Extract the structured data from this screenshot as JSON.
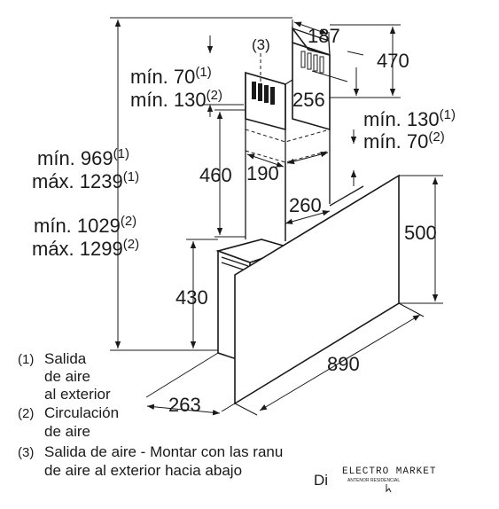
{
  "dimensions": {
    "d187": "187",
    "d470": "470",
    "d256": "256",
    "d460": "460",
    "d190": "190",
    "d260": "260",
    "d500": "500",
    "d430": "430",
    "d890": "890",
    "d263": "263"
  },
  "labels": {
    "min70_a": "mín. 70",
    "min70_a_ref": "(1)",
    "min130_a": "mín. 130",
    "min130_a_ref": "(2)",
    "min130_b": "mín. 130",
    "min130_b_ref": "(1)",
    "min70_b": "mín. 70",
    "min70_b_ref": "(2)",
    "min969": "mín. 969",
    "min969_ref": "(1)",
    "max1239": "máx. 1239",
    "max1239_ref": "(1)",
    "min1029": "mín. 1029",
    "min1029_ref": "(2)",
    "max1299": "máx. 1299",
    "max1299_ref": "(2)",
    "callout3": "(3)"
  },
  "legend": [
    {
      "num": "(1)",
      "lines": [
        "Salida",
        "de aire",
        "al exterior"
      ]
    },
    {
      "num": "(2)",
      "lines": [
        "Circulación",
        "de aire"
      ]
    },
    {
      "num": "(3)",
      "lines": [
        "Salida de aire - Montar con las ranu",
        "de aire al exterior hacia abajo"
      ]
    }
  ],
  "footer_text": "Di",
  "watermark": {
    "brand": "ELECTRO MARKET",
    "tagline": "ANTENOR RESIDENCIAL"
  }
}
